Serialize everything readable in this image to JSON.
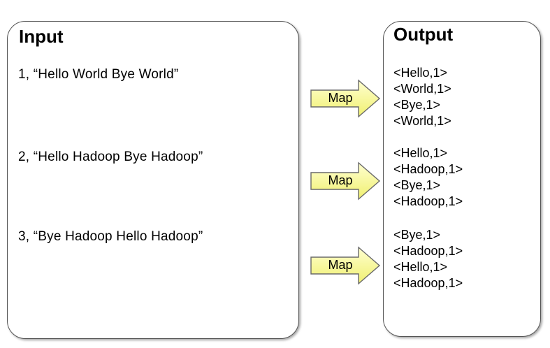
{
  "input": {
    "title": "Input",
    "lines": [
      "1, “Hello World Bye World”",
      "2, “Hello Hadoop Bye Hadoop”",
      "3, “Bye Hadoop Hello Hadoop”"
    ]
  },
  "map_label": "Map",
  "output": {
    "title": "Output",
    "groups": [
      [
        "<Hello,1>",
        "<World,1>",
        "<Bye,1>",
        "<World,1>"
      ],
      [
        "<Hello,1>",
        "<Hadoop,1>",
        "<Bye,1>",
        "<Hadoop,1>"
      ],
      [
        "<Bye,1>",
        "<Hadoop,1>",
        "<Hello,1>",
        "<Hadoop,1>"
      ]
    ]
  },
  "colors": {
    "arrow_fill_light": "#ffffd0",
    "arrow_fill_dark": "#f0f070",
    "arrow_stroke": "#6a6a6a",
    "panel_border": "#555555"
  }
}
